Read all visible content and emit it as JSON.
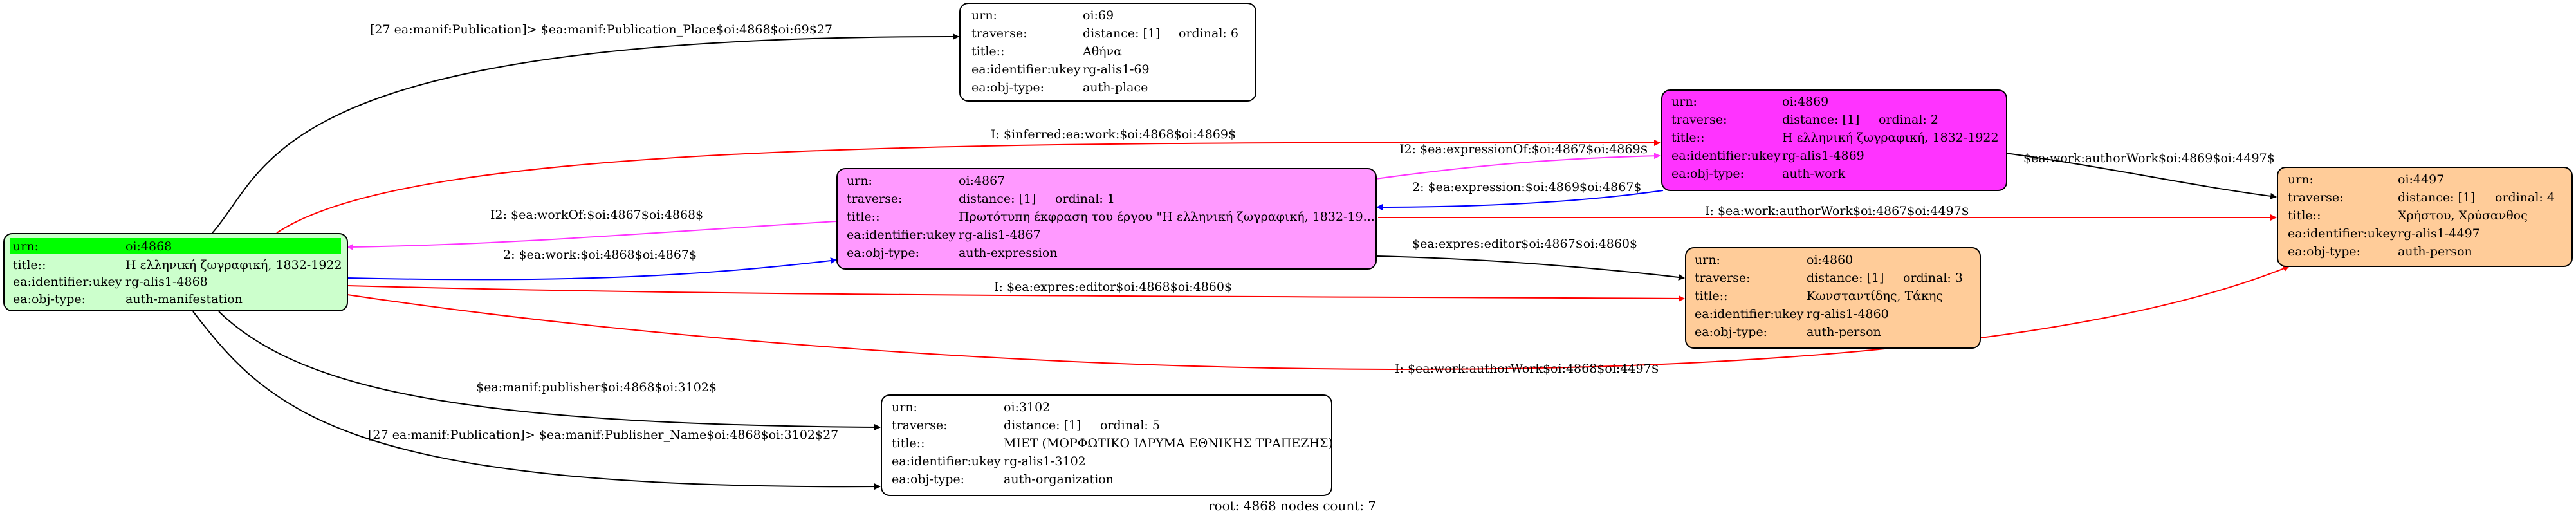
{
  "colors": {
    "node_green": "#ccffcc",
    "node_green_header": "#00ff00",
    "node_magenta": "#ff33ff",
    "node_pink": "#ff99ff",
    "node_orange": "#ffcc99",
    "node_white": "#ffffff",
    "edge_black": "#000000",
    "edge_red": "#ff0000",
    "edge_blue": "#0000ff",
    "edge_magenta": "#ff33ff"
  },
  "nodes": {
    "n4868": {
      "rows": [
        {
          "key": "urn:",
          "val": "oi:4868"
        },
        {
          "key": "title::",
          "val": "Η ελληνική ζωγραφική, 1832-1922"
        },
        {
          "key": "ea:identifier:ukey",
          "val": "rg-alis1-4868"
        },
        {
          "key": "ea:obj-type:",
          "val": "auth-manifestation"
        }
      ]
    },
    "n69": {
      "rows": [
        {
          "key": "urn:",
          "val": "oi:69"
        },
        {
          "key": "traverse:",
          "val": "distance: [1]",
          "extra": "ordinal: 6"
        },
        {
          "key": "title::",
          "val": "Αθήνα"
        },
        {
          "key": "ea:identifier:ukey",
          "val": "rg-alis1-69"
        },
        {
          "key": "ea:obj-type:",
          "val": "auth-place"
        }
      ]
    },
    "n4869": {
      "rows": [
        {
          "key": "urn:",
          "val": "oi:4869"
        },
        {
          "key": "traverse:",
          "val": "distance: [1]",
          "extra": "ordinal: 2"
        },
        {
          "key": "title::",
          "val": "Η ελληνική ζωγραφική, 1832-1922"
        },
        {
          "key": "ea:identifier:ukey",
          "val": "rg-alis1-4869"
        },
        {
          "key": "ea:obj-type:",
          "val": "auth-work"
        }
      ]
    },
    "n4867": {
      "rows": [
        {
          "key": "urn:",
          "val": "oi:4867"
        },
        {
          "key": "traverse:",
          "val": "distance: [1]",
          "extra": "ordinal: 1"
        },
        {
          "key": "title::",
          "val": "Πρωτότυπη έκφραση του έργου \"Η ελληνική ζωγραφική, 1832-19..."
        },
        {
          "key": "ea:identifier:ukey",
          "val": "rg-alis1-4867"
        },
        {
          "key": "ea:obj-type:",
          "val": "auth-expression"
        }
      ]
    },
    "n4497": {
      "rows": [
        {
          "key": "urn:",
          "val": "oi:4497"
        },
        {
          "key": "traverse:",
          "val": "distance: [1]",
          "extra": "ordinal: 4"
        },
        {
          "key": "title::",
          "val": "Χρήστου, Χρύσανθος"
        },
        {
          "key": "ea:identifier:ukey",
          "val": "rg-alis1-4497"
        },
        {
          "key": "ea:obj-type:",
          "val": "auth-person"
        }
      ]
    },
    "n4860": {
      "rows": [
        {
          "key": "urn:",
          "val": "oi:4860"
        },
        {
          "key": "traverse:",
          "val": "distance: [1]",
          "extra": "ordinal: 3"
        },
        {
          "key": "title::",
          "val": "Κωνσταντίδης, Τάκης"
        },
        {
          "key": "ea:identifier:ukey",
          "val": "rg-alis1-4860"
        },
        {
          "key": "ea:obj-type:",
          "val": "auth-person"
        }
      ]
    },
    "n3102": {
      "rows": [
        {
          "key": "urn:",
          "val": "oi:3102"
        },
        {
          "key": "traverse:",
          "val": "distance: [1]",
          "extra": "ordinal: 5"
        },
        {
          "key": "title::",
          "val": "ΜΙΕΤ (ΜΟΡΦΩΤΙΚΟ ΙΔΡΥΜΑ ΕΘΝΙΚΗΣ ΤΡΑΠΕΖΗΣ)"
        },
        {
          "key": "ea:identifier:ukey",
          "val": "rg-alis1-3102"
        },
        {
          "key": "ea:obj-type:",
          "val": "auth-organization"
        }
      ]
    }
  },
  "edges": {
    "pub_place": "[27 ea:manif:Publication]> $ea:manif:Publication_Place$oi:4868$oi:69$27",
    "inferred_work": "I: $inferred:ea:work:$oi:4868$oi:4869$",
    "expression_of": "I2: $ea:expressionOf:$oi:4867$oi:4869$",
    "expression": "2: $ea:expression:$oi:4869$oi:4867$",
    "author_work_4869": "$ea:work:authorWork$oi:4869$oi:4497$",
    "work_of": "I2: $ea:workOf:$oi:4867$oi:4868$",
    "author_work_4867": "I: $ea:work:authorWork$oi:4867$oi:4497$",
    "work_4868": "2: $ea:work:$oi:4868$oi:4867$",
    "expres_editor_4867": "$ea:expres:editor$oi:4867$oi:4860$",
    "expres_editor_4868": "I: $ea:expres:editor$oi:4868$oi:4860$",
    "author_work_4868": "I: $ea:work:authorWork$oi:4868$oi:4497$",
    "publisher": "$ea:manif:publisher$oi:4868$oi:3102$",
    "publisher_name": "[27 ea:manif:Publication]> $ea:manif:Publisher_Name$oi:4868$oi:3102$27"
  },
  "footer": "root: 4868 nodes count: 7"
}
